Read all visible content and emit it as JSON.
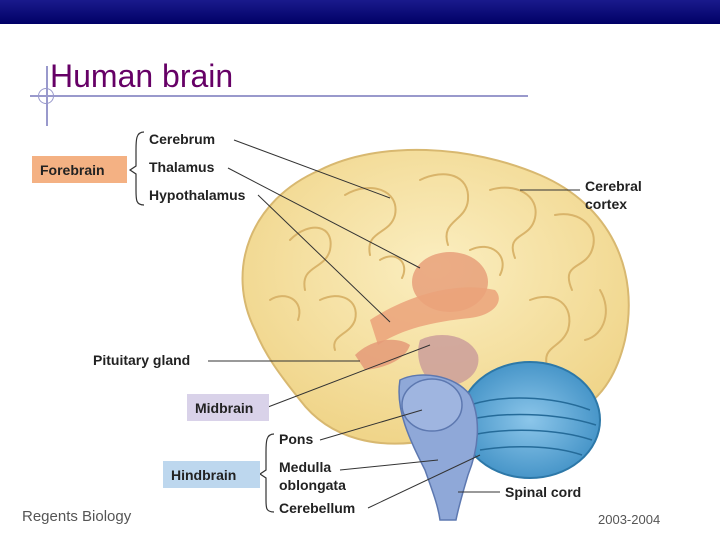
{
  "slide": {
    "title": "Human brain",
    "footer_left": "Regents Biology",
    "footer_right": "2003-2004"
  },
  "diagram": {
    "groups": {
      "forebrain": "Forebrain",
      "midbrain": "Midbrain",
      "hindbrain": "Hindbrain"
    },
    "labels": {
      "cerebrum": "Cerebrum",
      "thalamus": "Thalamus",
      "hypothalamus": "Hypothalamus",
      "cerebral_cortex_1": "Cerebral",
      "cerebral_cortex_2": "cortex",
      "pituitary_gland": "Pituitary gland",
      "pons": "Pons",
      "medulla_1": "Medulla",
      "medulla_2": "oblongata",
      "cerebellum": "Cerebellum",
      "spinal_cord": "Spinal cord"
    },
    "colors": {
      "forebrain_box": "#f4b183",
      "midbrain_box": "#d9d2e9",
      "hindbrain_box": "#bdd7ee",
      "cerebrum": "#f7e3a1",
      "thalamus": "#e8a07a",
      "brainstem": "#8fa8d8",
      "cerebellum": "#4a9fd0"
    }
  }
}
